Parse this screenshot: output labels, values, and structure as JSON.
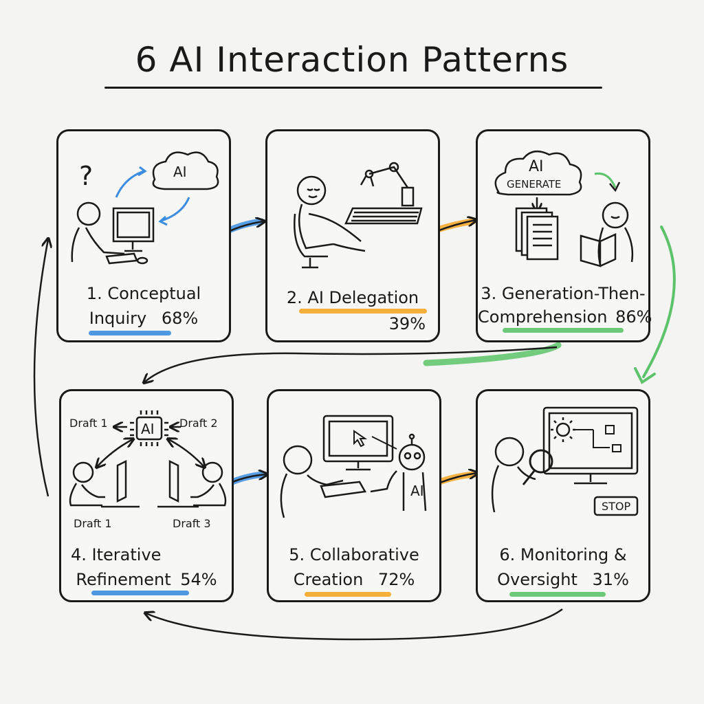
{
  "title": "6 AI Interaction Patterns",
  "colors": {
    "blue": "#3b8de0",
    "orange": "#f5a623",
    "green": "#5cc36a",
    "ink": "#1a1a1a"
  },
  "panels": [
    {
      "number": "1.",
      "name_line1": "Conceptual",
      "name_line2": "Inquiry",
      "percent": "68%",
      "highlight": "blue",
      "art": {
        "cloud_label": "AI",
        "question_mark": "?"
      }
    },
    {
      "number": "2.",
      "name_line1": "AI Delegation",
      "name_line2": "",
      "percent": "39%",
      "highlight": "orange",
      "art": {}
    },
    {
      "number": "3.",
      "name_line1": "Generation-Then-",
      "name_line2": "Comprehension",
      "percent": "86%",
      "highlight": "green",
      "art": {
        "cloud_label": "AI",
        "cloud_sublabel": "GENERATE"
      }
    },
    {
      "number": "4.",
      "name_line1": "Iterative",
      "name_line2": "Refinement",
      "percent": "54%",
      "highlight": "blue",
      "art": {
        "chip_label": "AI",
        "draft_top_left": "Draft 1",
        "draft_top_right": "Draft 2",
        "draft_bottom_left": "Draft 1",
        "draft_bottom_right": "Draft 3"
      }
    },
    {
      "number": "5.",
      "name_line1": "Collaborative",
      "name_line2": "Creation",
      "percent": "72%",
      "highlight": "orange",
      "art": {
        "robot_label": "AI"
      }
    },
    {
      "number": "6.",
      "name_line1": "Monitoring &",
      "name_line2": "Oversight",
      "percent": "31%",
      "highlight": "green",
      "art": {
        "stop_label": "STOP"
      }
    }
  ],
  "flow_arrows": [
    {
      "from": "1",
      "to": "2",
      "color": "blue"
    },
    {
      "from": "2",
      "to": "3",
      "color": "orange"
    },
    {
      "from": "3",
      "to": "6",
      "color": "green"
    },
    {
      "from": "3",
      "to": "4",
      "color": "green"
    },
    {
      "from": "4",
      "to": "5",
      "color": "blue"
    },
    {
      "from": "5",
      "to": "6",
      "color": "orange"
    },
    {
      "from": "6",
      "to": "4",
      "color": "ink"
    },
    {
      "from": "4",
      "to": "1",
      "color": "ink"
    }
  ]
}
